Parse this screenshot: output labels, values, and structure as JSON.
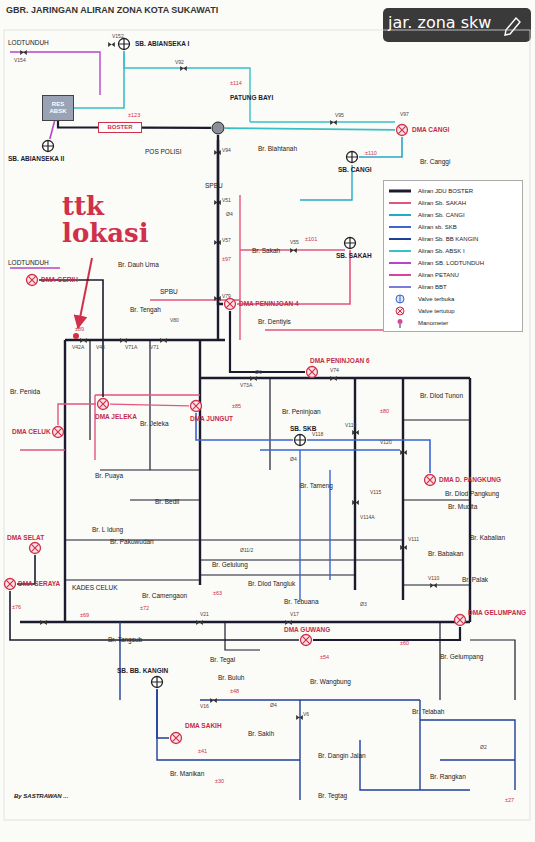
{
  "diagram": {
    "title": "GBR. JARINGAN ALIRAN ZONA KOTA SUKAWATI",
    "nodes": [
      {
        "text": [
          "SB. ABIANSEKA I"
        ]
      },
      {
        "text": [
          "RES ABSK"
        ]
      },
      {
        "text": [
          "BOSTER"
        ]
      },
      {
        "text": [
          "SB. ABIANSEKA II"
        ]
      },
      {
        "text": [
          "PATUNG BAYI"
        ]
      },
      {
        "text": [
          "DMA CANGI"
        ]
      },
      {
        "text": [
          "SB. CANGI"
        ]
      },
      {
        "text": [
          "SB. SAKAH"
        ]
      },
      {
        "text": [
          "DMA GERIH"
        ]
      },
      {
        "text": [
          "DMA PENINJOAN 4"
        ]
      },
      {
        "text": [
          "DMA PENINJOAN 6"
        ]
      },
      {
        "text": [
          "DMA CELUK"
        ]
      },
      {
        "text": [
          "DMA JELEKA"
        ]
      },
      {
        "text": [
          "DMA JUNGUT"
        ]
      },
      {
        "text": [
          "SB. SKB"
        ]
      },
      {
        "text": [
          "DMA D. PANGKUNG"
        ]
      },
      {
        "text": [
          "DMA SELAT"
        ]
      },
      {
        "text": [
          "DMA SERAYA"
        ]
      },
      {
        "text": [
          "DMA GUWANG"
        ]
      },
      {
        "text": [
          "DMA GELUMPANG"
        ]
      },
      {
        "text": [
          "SB. BB. KANGIN"
        ]
      },
      {
        "text": [
          "DMA SAKIH"
        ]
      }
    ],
    "edges": [
      {
        "from": 0,
        "to": 1,
        "arrow": "none"
      },
      {
        "from": 3,
        "to": 1,
        "arrow": "none"
      },
      {
        "from": 1,
        "to": 2,
        "arrow": "none"
      },
      {
        "from": 2,
        "to": 4,
        "arrow": "none"
      },
      {
        "from": 4,
        "to": 5,
        "arrow": "none"
      },
      {
        "from": 6,
        "to": 5,
        "arrow": "none"
      },
      {
        "from": 4,
        "to": 9,
        "arrow": "none"
      },
      {
        "from": 7,
        "to": 9,
        "arrow": "none"
      },
      {
        "from": 9,
        "to": 10,
        "arrow": "none"
      },
      {
        "from": 8,
        "to": 12,
        "arrow": "none"
      },
      {
        "from": 11,
        "to": 12,
        "arrow": "none"
      },
      {
        "from": 12,
        "to": 13,
        "arrow": "none"
      },
      {
        "from": 14,
        "to": 15,
        "arrow": "none"
      },
      {
        "from": 13,
        "to": 14,
        "arrow": "none"
      },
      {
        "from": 16,
        "to": 17,
        "arrow": "none"
      },
      {
        "from": 18,
        "to": 19,
        "arrow": "none"
      },
      {
        "from": 20,
        "to": 21,
        "arrow": "none"
      },
      {
        "from": 17,
        "to": 18,
        "arrow": "none"
      }
    ],
    "labels": [
      "jar. zona skw",
      "LODTUNDUH",
      "POS POLISI",
      "Br. Blahtanah",
      "Br. Canggi",
      "SPBU",
      "Br. Sakah",
      "LODTUNDUH",
      "Br. Dauh Uma",
      "ttk lokasi",
      "SPBU",
      "Br. Tengah",
      "Br. Dentiyis",
      "Br. Penida",
      "Br. Jeleka",
      "Br. Peninjoan",
      "Br. Dlod Tunon",
      "Br. Puaya",
      "Br. Bedil",
      "Br. Tameng",
      "Br. Dlod Pangkung",
      "Br. Mudita",
      "Br. L Idung",
      "Br. Pakuwudan",
      "Br. Gelulung",
      "Br. Kabalian",
      "Br. Babakan",
      "Br. Dlod Tangluk",
      "KADES CELUK",
      "Br. Camengaon",
      "Br. Tebuana",
      "Br. Palak",
      "Br. Tangsub",
      "Br. Tegal",
      "Br. Buluh",
      "Br. Wangbung",
      "Br. Gelumpang",
      "Br. Telabah",
      "Br. Sakih",
      "Br. Dangin Jalan",
      "Br. Manikan",
      "Br. Rangkan",
      "Br. Tegtag",
      "By SASTRAWAN ...",
      "±123",
      "±114",
      "±110",
      "±101",
      "±97",
      "±89",
      "±85",
      "±80",
      "±76",
      "±72",
      "±69",
      "±63",
      "±60",
      "±54",
      "±48",
      "±41",
      "±30",
      "±27",
      "V152",
      "V154",
      "V92",
      "V94",
      "V95",
      "V97",
      "V51",
      "V55",
      "V57",
      "V79",
      "V80",
      "V42A",
      "V43",
      "V71A",
      "V71",
      "V74",
      "V73A",
      "V118",
      "V119",
      "V120",
      "V115",
      "V114A",
      "V111",
      "V110",
      "V21",
      "V17",
      "V16",
      "V6",
      "Ø4",
      "Ø6",
      "Ø4",
      "Ø11/2",
      "Ø3",
      "Ø2",
      "Ø4"
    ],
    "legend": [
      {
        "text": "Aliran JDU BOSTER",
        "color": "#1b1b2f"
      },
      {
        "text": "Aliran Sb. SAKAH",
        "color": "#e2557f"
      },
      {
        "text": "Aliran Sb. CANGI",
        "color": "#25a9c9"
      },
      {
        "text": "Aliran sb. SKB",
        "color": "#3a66d0"
      },
      {
        "text": "Aliran Sb. BB KANGIN",
        "color": "#1f3f99"
      },
      {
        "text": "Aliran Sb. ABSK I",
        "color": "#38c0c8"
      },
      {
        "text": "Aliran SB. LODTUNDUH",
        "color": "#b845c8"
      },
      {
        "text": "Aliran PETANU",
        "color": "#d646a0"
      },
      {
        "text": "Aliran BBT",
        "color": "#7b7bdc"
      },
      {
        "text": "Valve terbuka"
      },
      {
        "text": "Valve tertutup"
      },
      {
        "text": "Manometer"
      }
    ]
  }
}
